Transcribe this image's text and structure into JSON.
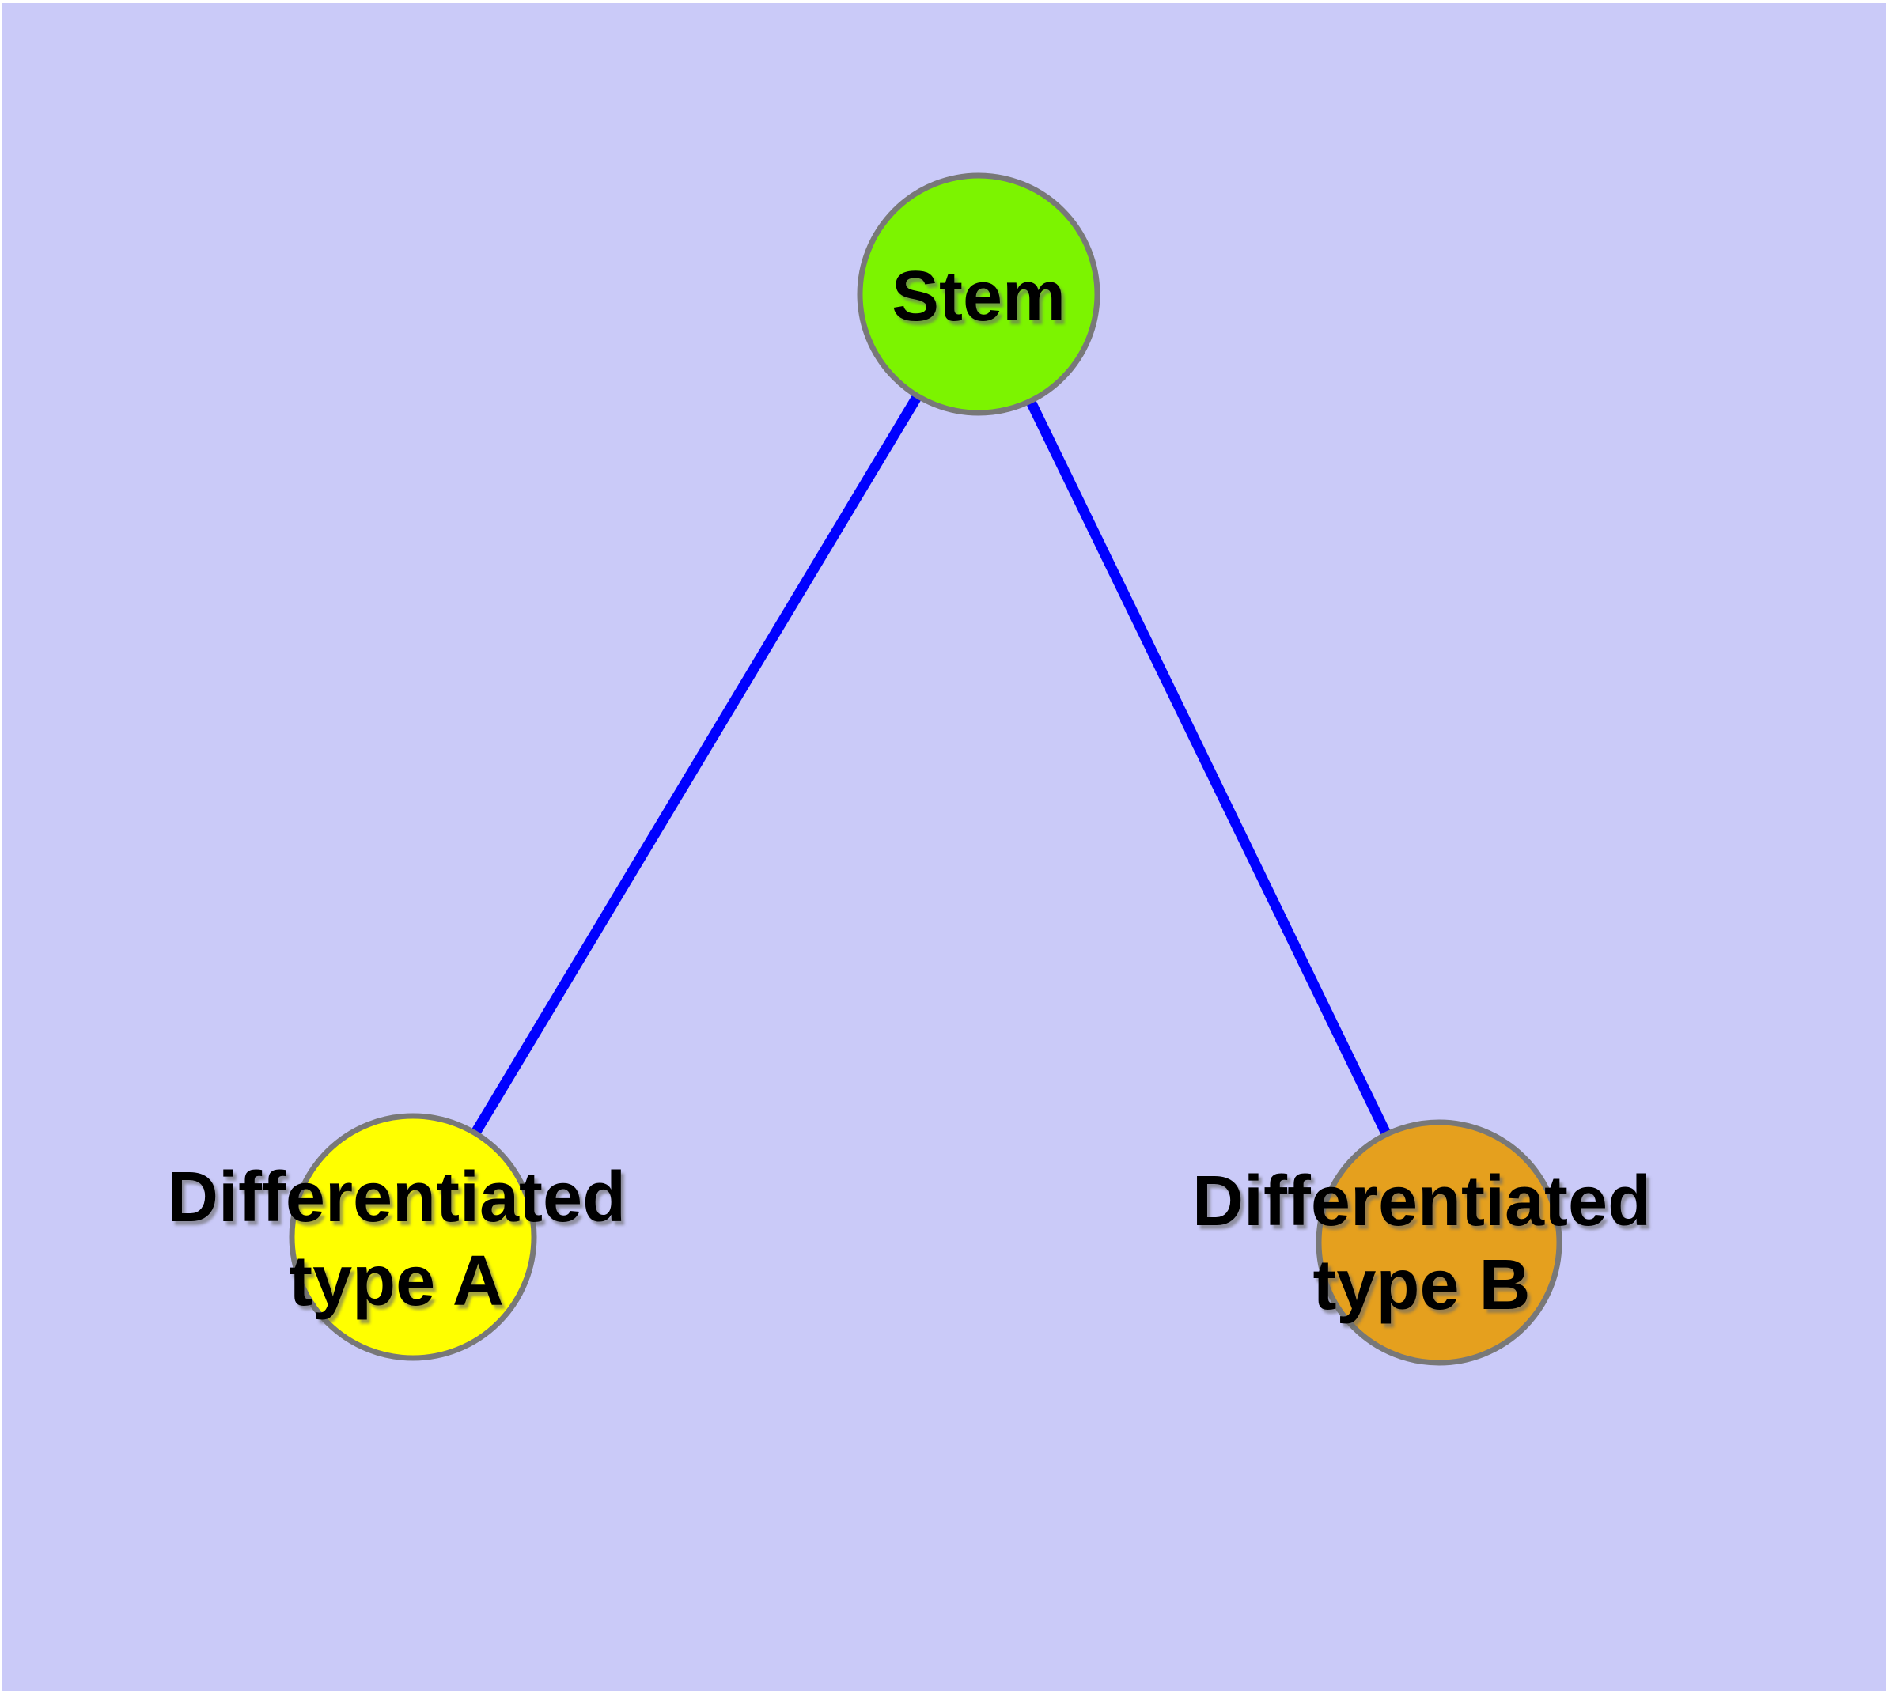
{
  "diagram": {
    "type": "graph",
    "colors": {
      "figure-margin": "#FFFFFF",
      "background": "#CACAF8",
      "edge": "#0000FF",
      "node-border": "#787878",
      "label-text": "#000000"
    },
    "nodes": [
      {
        "id": "stem",
        "fill": "#7CF400",
        "label_lines": [
          "Stem"
        ]
      },
      {
        "id": "differentiated-type-a",
        "fill": "#FFFF00",
        "label_lines": [
          "Differentiated",
          "type A"
        ]
      },
      {
        "id": "differentiated-type-b",
        "fill": "#E5A01E",
        "label_lines": [
          "Differentiated",
          "type B"
        ]
      }
    ],
    "edges": [
      {
        "from": "stem",
        "to": "differentiated-type-a"
      },
      {
        "from": "stem",
        "to": "differentiated-type-b"
      }
    ]
  }
}
